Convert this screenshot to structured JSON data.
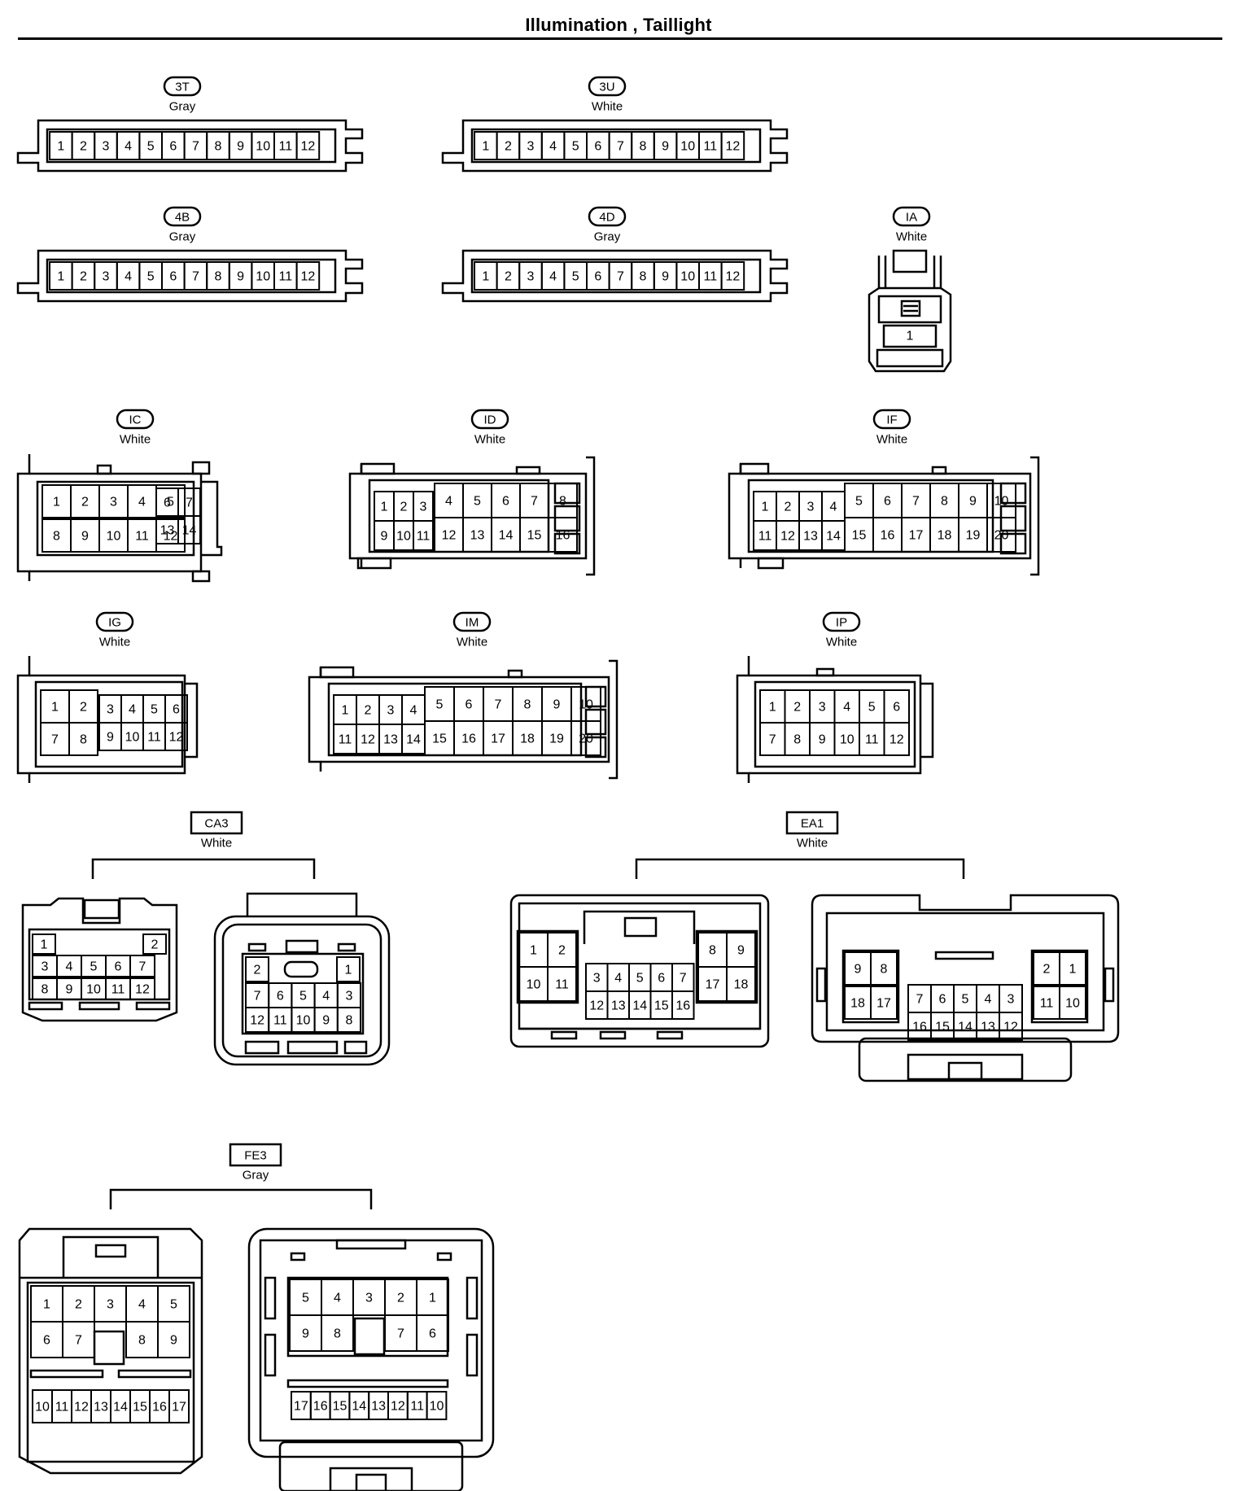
{
  "title": "Illumination , Taillight",
  "connectors": [
    {
      "id": "3T",
      "color": "Gray",
      "pins": [
        "1",
        "2",
        "3",
        "4",
        "5",
        "6",
        "7",
        "8",
        "9",
        "10",
        "11",
        "12"
      ]
    },
    {
      "id": "3U",
      "color": "White",
      "pins": [
        "1",
        "2",
        "3",
        "4",
        "5",
        "6",
        "7",
        "8",
        "9",
        "10",
        "11",
        "12"
      ]
    },
    {
      "id": "4B",
      "color": "Gray",
      "pins": [
        "1",
        "2",
        "3",
        "4",
        "5",
        "6",
        "7",
        "8",
        "9",
        "10",
        "11",
        "12"
      ]
    },
    {
      "id": "4D",
      "color": "Gray",
      "pins": [
        "1",
        "2",
        "3",
        "4",
        "5",
        "6",
        "7",
        "8",
        "9",
        "10",
        "11",
        "12"
      ]
    },
    {
      "id": "IA",
      "color": "White",
      "pins": [
        "1"
      ]
    },
    {
      "id": "IC",
      "color": "White",
      "pins": [
        "1",
        "2",
        "3",
        "4",
        "5",
        "6",
        "7",
        "8",
        "9",
        "10",
        "11",
        "12",
        "13",
        "14"
      ]
    },
    {
      "id": "ID",
      "color": "White",
      "pins": [
        "1",
        "2",
        "3",
        "4",
        "5",
        "6",
        "7",
        "8",
        "9",
        "10",
        "11",
        "12",
        "13",
        "14",
        "15",
        "16"
      ]
    },
    {
      "id": "IF",
      "color": "White",
      "pins": [
        "1",
        "2",
        "3",
        "4",
        "5",
        "6",
        "7",
        "8",
        "9",
        "10",
        "11",
        "12",
        "13",
        "14",
        "15",
        "16",
        "17",
        "18",
        "19",
        "20"
      ]
    },
    {
      "id": "IG",
      "color": "White",
      "pins": [
        "1",
        "2",
        "3",
        "4",
        "5",
        "6",
        "7",
        "8",
        "9",
        "10",
        "11",
        "12"
      ]
    },
    {
      "id": "IM",
      "color": "White",
      "pins": [
        "1",
        "2",
        "3",
        "4",
        "5",
        "6",
        "7",
        "8",
        "9",
        "10",
        "11",
        "12",
        "13",
        "14",
        "15",
        "16",
        "17",
        "18",
        "19",
        "20"
      ]
    },
    {
      "id": "IP",
      "color": "White",
      "pins": [
        "1",
        "2",
        "3",
        "4",
        "5",
        "6",
        "7",
        "8",
        "9",
        "10",
        "11",
        "12"
      ]
    },
    {
      "id": "CA3",
      "color": "White",
      "pins": [
        "1",
        "2",
        "3",
        "4",
        "5",
        "6",
        "7",
        "8",
        "9",
        "10",
        "11",
        "12"
      ]
    },
    {
      "id": "EA1",
      "color": "White",
      "pins": [
        "1",
        "2",
        "3",
        "4",
        "5",
        "6",
        "7",
        "8",
        "9",
        "10",
        "11",
        "12",
        "13",
        "14",
        "15",
        "16",
        "17",
        "18"
      ]
    },
    {
      "id": "FE3",
      "color": "Gray",
      "pins": [
        "1",
        "2",
        "3",
        "4",
        "5",
        "6",
        "7",
        "8",
        "9",
        "10",
        "11",
        "12",
        "13",
        "14",
        "15",
        "16",
        "17"
      ]
    }
  ]
}
